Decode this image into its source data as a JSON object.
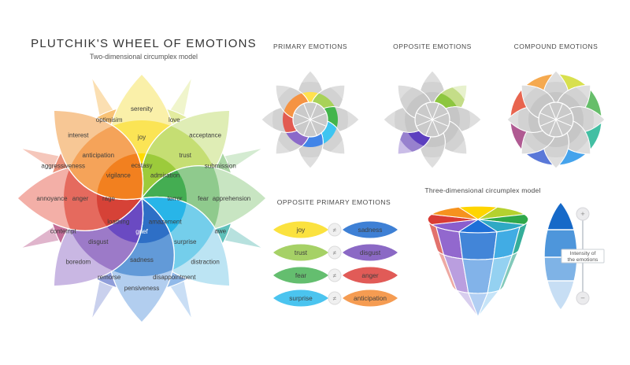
{
  "header": {
    "title": "PLUTCHIK'S WHEEL OF EMOTIONS",
    "subtitle": "Two-dimensional circumplex model"
  },
  "sections": {
    "primary": "PRIMARY EMOTIONS",
    "opposite": "OPPOSITE EMOTIONS",
    "compound": "COMPOUND EMOTIONS",
    "opposite_primary": "OPPOSITE PRIMARY EMOTIONS",
    "three_d": "Three-dimensional circumplex model"
  },
  "wheel": {
    "label_color": "#3D3D3D",
    "white_labels": [
      "grief"
    ],
    "petals": [
      {
        "name": "joy",
        "angle": 0,
        "labels": [
          "serenity",
          "joy",
          "ecstasy"
        ],
        "colors": [
          "#FAF0A9",
          "#FBE455",
          "#FFDB00"
        ]
      },
      {
        "name": "trust",
        "angle": 45,
        "labels": [
          "acceptance",
          "trust",
          "admiration"
        ],
        "colors": [
          "#DFEDB5",
          "#C5DE73",
          "#9CCB3B"
        ]
      },
      {
        "name": "fear",
        "angle": 90,
        "labels": [
          "apprehension",
          "fear",
          "terror"
        ],
        "colors": [
          "#C8E5C2",
          "#8FCA8D",
          "#44AD52"
        ]
      },
      {
        "name": "surprise",
        "angle": 135,
        "labels": [
          "distraction",
          "surprise",
          "amazement"
        ],
        "colors": [
          "#BCE4F3",
          "#74CEEB",
          "#28B5E8"
        ]
      },
      {
        "name": "sadness",
        "angle": 180,
        "labels": [
          "pensiveness",
          "sadness",
          "grief"
        ],
        "colors": [
          "#B2CEEF",
          "#629AD8",
          "#2E6FC6"
        ]
      },
      {
        "name": "disgust",
        "angle": 225,
        "labels": [
          "boredom",
          "disgust",
          "loathing"
        ],
        "colors": [
          "#C9B7E3",
          "#9C7AC8",
          "#6A4AC2"
        ]
      },
      {
        "name": "anger",
        "angle": 270,
        "labels": [
          "annoyance",
          "anger",
          "rage"
        ],
        "colors": [
          "#F3AFA7",
          "#E56A5E",
          "#D64237"
        ]
      },
      {
        "name": "anticipation",
        "angle": 315,
        "labels": [
          "interest",
          "anticipation",
          "vigilance"
        ],
        "colors": [
          "#F7C795",
          "#F5A359",
          "#F2801F"
        ]
      }
    ],
    "dyads": [
      {
        "label": "optimisim",
        "angle": -22.5,
        "color": "#F8C275",
        "tip_color": "#FBDFB2"
      },
      {
        "label": "love",
        "angle": 22.5,
        "color": "#E3EC9F",
        "tip_color": "#F0F5CC"
      },
      {
        "label": "submission",
        "angle": 67.5,
        "color": "#ABD7A6",
        "tip_color": "#D4EBD1"
      },
      {
        "label": "awe",
        "angle": 112.5,
        "color": "#60C1BB",
        "tip_color": "#B7E1DE"
      },
      {
        "label": "disappointment",
        "angle": 157.5,
        "color": "#90B9E9",
        "tip_color": "#C9DEF5"
      },
      {
        "label": "remorse",
        "angle": 202.5,
        "color": "#8F9DDA",
        "tip_color": "#C9D0ED"
      },
      {
        "label": "contempt",
        "angle": 247.5,
        "color": "#C16C97",
        "tip_color": "#E0B5CC"
      },
      {
        "label": "aggressiveness",
        "angle": 292.5,
        "color": "#EA8F78",
        "tip_color": "#F5C7BB"
      }
    ]
  },
  "flowers": {
    "gray_bands": [
      "#DEDEDE",
      "#D2D2D2",
      "#C6C6C6"
    ],
    "center_color": "#CACACA",
    "primary_band_colors": [
      "#FFE14E",
      "#A8D258",
      "#43B54B",
      "#3EC5F1",
      "#4285E8",
      "#8B69C9",
      "#E25B51",
      "#F59343"
    ],
    "opposite_trust": [
      "#E7F1CD",
      "#C4DD88",
      "#8DC63F"
    ],
    "opposite_disgust": [
      "#CABDE7",
      "#9781CE",
      "#5C3FBF"
    ],
    "compound_wedges": [
      "#F5A94F",
      "#D8E04E",
      "#66BE6A",
      "#43BFA3",
      "#45A3EC",
      "#5A78D8",
      "#B05A92",
      "#E8654F"
    ]
  },
  "opposite_primary": {
    "not_equal": "≠",
    "pairs": [
      {
        "left": "joy",
        "left_color": "#FBE23F",
        "right": "sadness",
        "right_color": "#3E80D5"
      },
      {
        "left": "trust",
        "left_color": "#A6D166",
        "right": "disgust",
        "right_color": "#8B69C5"
      },
      {
        "left": "fear",
        "left_color": "#64BE6F",
        "right": "anger",
        "right_color": "#E15B57"
      },
      {
        "left": "surprise",
        "left_color": "#4BC4EF",
        "right": "anticipation",
        "right_color": "#F59C52"
      }
    ]
  },
  "cone": {
    "disc_colors": [
      "#FFD500",
      "#B5D12F",
      "#2FA84A",
      "#2FA9C4",
      "#1E6FD8",
      "#8A5ECD",
      "#D93B34",
      "#F6921E"
    ],
    "panel_rows": [
      [
        "#E2726C",
        "#9268CE",
        "#4285D8",
        "#41ACE4",
        "#35AE9A"
      ],
      [
        "#EEA9A3",
        "#BA9EDF",
        "#82B3E9",
        "#94D1F1",
        "#82C9BA"
      ],
      [
        "#F4D4D1",
        "#D8CEEE",
        "#B2CFF3",
        "#C6E4F8",
        "#C1E4DB"
      ]
    ]
  },
  "intensity": {
    "label_line1": "Intensity of",
    "label_line2": "the emotions",
    "plus": "+",
    "minus": "−",
    "segments": [
      "#1669C8",
      "#4E96DB",
      "#7FB3E6",
      "#C7DEF4"
    ]
  }
}
